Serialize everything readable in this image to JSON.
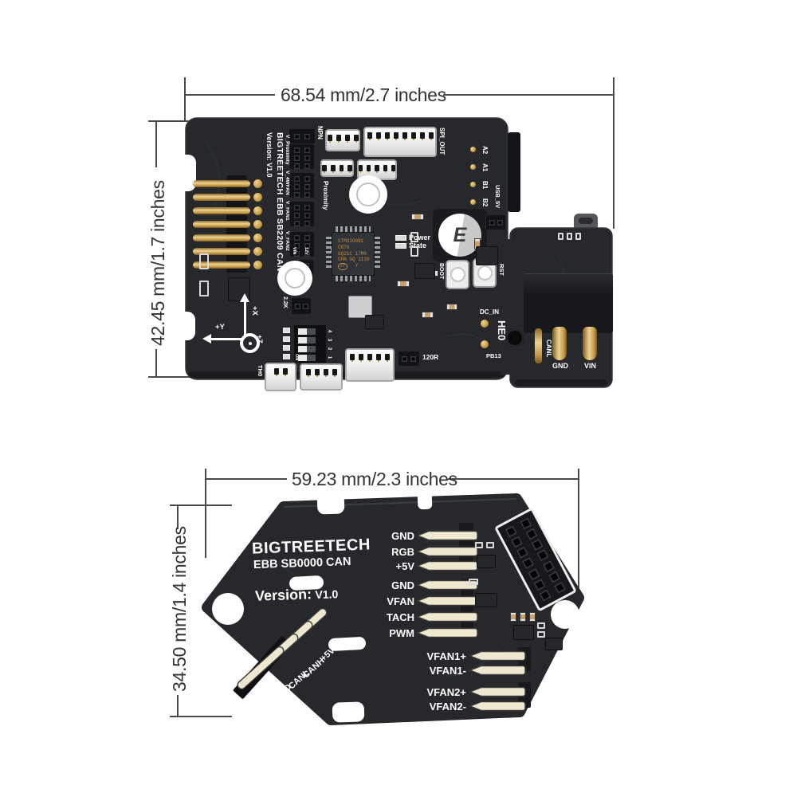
{
  "board1": {
    "dim_width": "68.54 mm/2.7 inches",
    "dim_height": "42.45 mm/1.7 inches",
    "branding": "BIGTREETECH EBB SB2209 CAN",
    "version": "Version: V1.0",
    "labels": {
      "npn": "NPN",
      "v_proximity": "V_Proximity",
      "v_4wfan": "V_4WFAN",
      "v_fan1": "V_FAN1",
      "v_fan2": "V_FAN2",
      "proximity": "Proximity",
      "spi_out": "SPI_OUT",
      "vin": "VIN",
      "v12": "12V",
      "v5": "5V",
      "a2": "A2",
      "a1": "A1",
      "b1": "B1",
      "b2": "B2",
      "usb_5v": "USB_5V",
      "power": "Power",
      "state": "State",
      "boot": "BOOT",
      "rst": "RST",
      "dc_in": "DC_IN",
      "he0": "HE0",
      "pb13": "PB13",
      "canl": "CANL",
      "gnd": "GND",
      "vin_pin": "VIN",
      "r_2k2": "2.2K",
      "r_120": "120R",
      "th0": "TH0",
      "axis_x": "+X",
      "axis_y": "+Y",
      "axis_z": "+Z",
      "cap_mark": "E",
      "dip_on": "ON"
    },
    "dip_numbers": [
      "4",
      "3",
      "2",
      "1"
    ],
    "chip": {
      "line1": "STM32G0B1",
      "line2": "CBT6",
      "line3": "GQ21C 17MR",
      "line4": "CHN GQ 1139",
      "logo": "ST",
      "suffix": "Y"
    }
  },
  "board2": {
    "dim_width": "59.23 mm/2.3 inches",
    "dim_height": "34.50 mm/1.4 inches",
    "logo": "BIGTREETECH",
    "model": "EBB SB0000 CAN",
    "version_label": "Version:",
    "version_value": "V1.0",
    "right_pins": [
      "GND",
      "RGB",
      "+5V",
      "GND",
      "VFAN",
      "TACH",
      "PWM"
    ],
    "fan_pins": [
      "VFAN1+",
      "VFAN1-",
      "VFAN2+",
      "VFAN2-"
    ],
    "left_pins": [
      "+5V",
      "CANH",
      "CANL",
      "GND"
    ]
  },
  "colors": {
    "board": "#26282b",
    "gold": "#d8ab57",
    "cream_pin": "#efe8d1",
    "dim_line": "#4a4a4a",
    "dim_text": "#333333",
    "chip_text": "#c08a42",
    "silkscreen": "#ffffff"
  }
}
